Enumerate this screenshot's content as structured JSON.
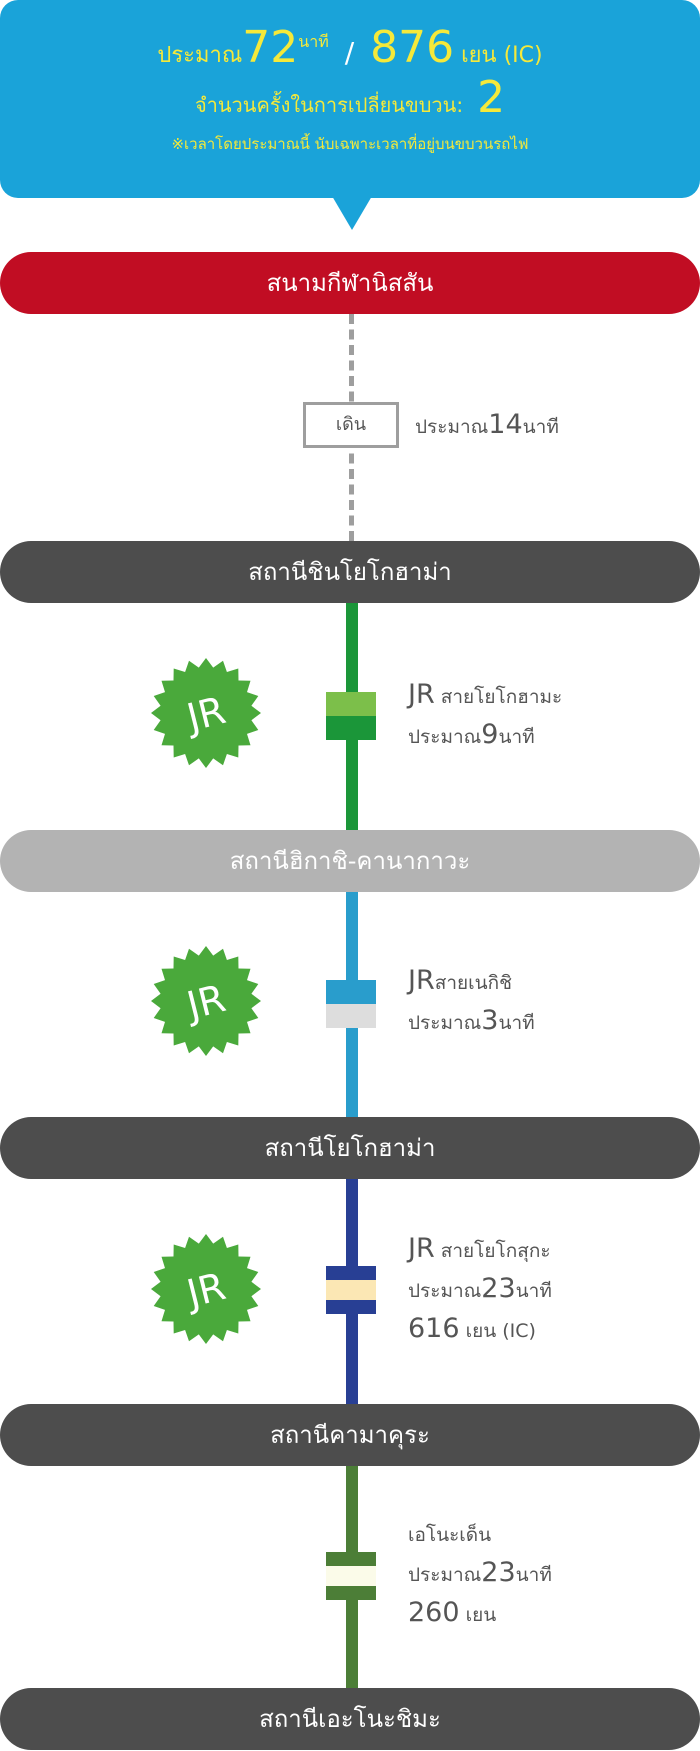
{
  "summary": {
    "time_prefix": "ประมาณ",
    "time_value": "72",
    "time_unit": "นาที",
    "slash": "/",
    "fare_value": "876",
    "fare_unit": " เยน (IC)",
    "transfers_label": "จำนวนครั้งในการเปลี่ยนขบวน:",
    "transfers_value": "2",
    "note": "※เวลาโดยประมาณนี้ นับเฉพาะเวลาที่อยู่บนขบวนรถไฟ"
  },
  "stations": [
    "สนามกีฬานิสสัน",
    "สถานีชินโยโกฮาม่า",
    "สถานีฮิกาชิ-คานากาวะ",
    "สถานีโยโกฮาม่า",
    "สถานีคามาคุระ",
    "สถานีเอะโนะชิมะ"
  ],
  "segments": [
    {
      "mode": "เดิน",
      "duration_prefix": "ประมาณ",
      "duration_value": "14",
      "duration_unit": "นาที",
      "color": "#9e9e9e"
    },
    {
      "operator": "JR",
      "line_name": " สายโยโกฮามะ",
      "duration_prefix": "ประมาณ",
      "duration_value": "9",
      "duration_unit": "นาที",
      "color": "#1b9639",
      "mark_top": "#7cbf4a",
      "mark_bottom": "#1b9639"
    },
    {
      "operator": "JR",
      "line_name": "สายเนกิชิ",
      "duration_prefix": "ประมาณ",
      "duration_value": "3",
      "duration_unit": "นาที",
      "color": "#299dcc",
      "mark_top": "#299dcc",
      "mark_bottom": "#dddddd"
    },
    {
      "operator": "JR",
      "line_name": " สายโยโกสุกะ",
      "duration_prefix": "ประมาณ",
      "duration_value": "23",
      "duration_unit": "นาที",
      "fare_value": "616",
      "fare_unit": " เยน (IC)",
      "color": "#283f94",
      "mark_top": "#283f94",
      "mark_mid": "#fbe7b4",
      "mark_bottom": "#283f94"
    },
    {
      "line_name": "เอโนะเด็น",
      "duration_prefix": "ประมาณ",
      "duration_value": "23",
      "duration_unit": "นาที",
      "fare_value": "260",
      "fare_unit": " เยน",
      "color": "#4c7e37",
      "mark_top": "#4c7e37",
      "mark_mid": "#fbfbe9",
      "mark_bottom": "#4c7e37"
    }
  ],
  "badge": {
    "label": "JR",
    "color": "#4aa93b"
  }
}
